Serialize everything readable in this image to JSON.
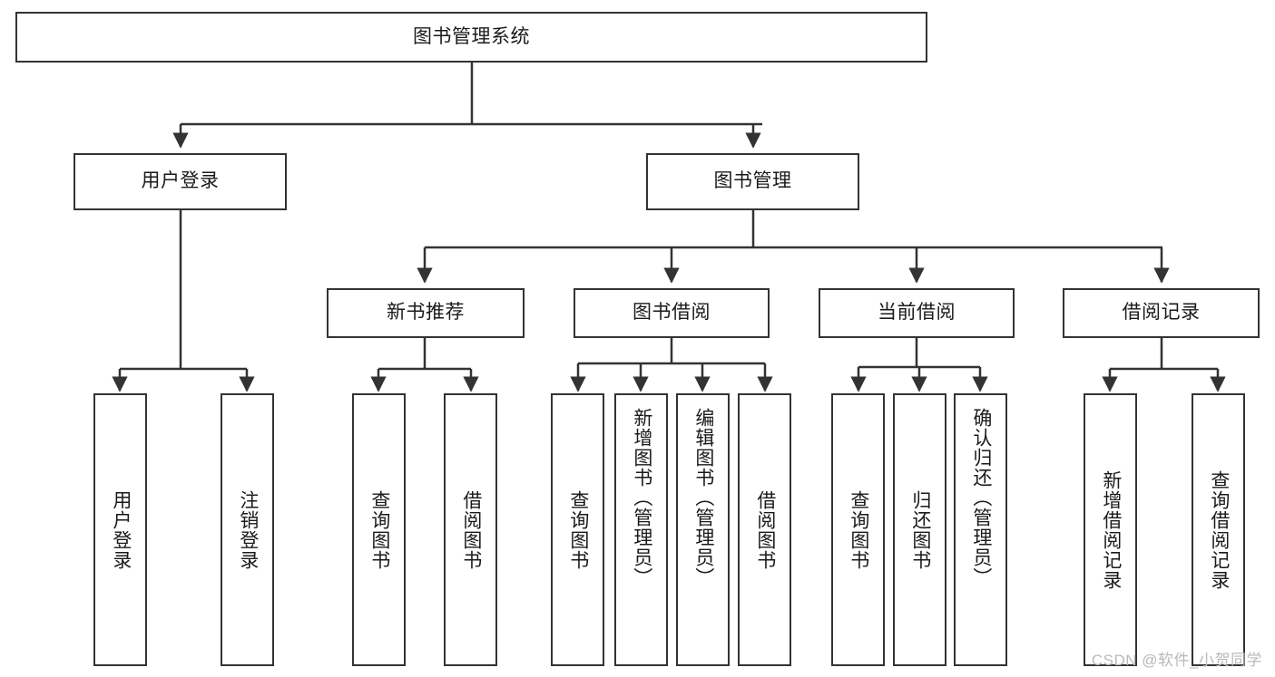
{
  "diagram": {
    "title": "图书管理系统",
    "type": "hierarchy-tree",
    "watermark": "CSDN @软件_小贺同学",
    "colors": {
      "box_border": "#333333",
      "box_fill": "#ffffff",
      "edge": "#333333",
      "text": "#1a1a1a",
      "watermark": "#b9b9b9"
    },
    "root": {
      "label": "图书管理系统"
    },
    "level2": [
      {
        "label": "用户登录"
      },
      {
        "label": "图书管理"
      }
    ],
    "level3": [
      {
        "label": "新书推荐"
      },
      {
        "label": "图书借阅"
      },
      {
        "label": "当前借阅"
      },
      {
        "label": "借阅记录"
      }
    ],
    "leaves": {
      "user_login": [
        {
          "label": "用户登录"
        },
        {
          "label": "注销登录"
        }
      ],
      "new_book_recommend": [
        {
          "label": "查询图书"
        },
        {
          "label": "借阅图书"
        }
      ],
      "book_borrow": [
        {
          "label": "查询图书"
        },
        {
          "label": "新增图书（管理员）"
        },
        {
          "label": "编辑图书（管理员）"
        },
        {
          "label": "借阅图书"
        }
      ],
      "current_borrow": [
        {
          "label": "查询图书"
        },
        {
          "label": "归还图书"
        },
        {
          "label": "确认归还（管理员）"
        }
      ],
      "borrow_record": [
        {
          "label": "新增借阅记录"
        },
        {
          "label": "查询借阅记录"
        }
      ]
    }
  }
}
